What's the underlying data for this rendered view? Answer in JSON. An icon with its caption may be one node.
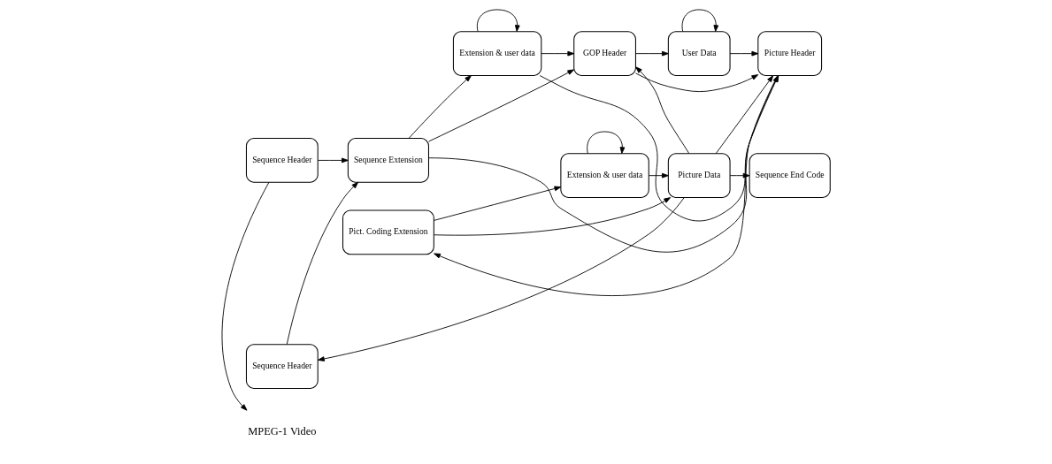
{
  "diagram": {
    "nodes": [
      {
        "text": [
          "Sequence Header"
        ]
      },
      {
        "text": [
          "MPEG-1 Video"
        ]
      },
      {
        "text": [
          "Sequence Extension"
        ]
      },
      {
        "text": [
          "Extension & user data"
        ]
      },
      {
        "text": [
          "GOP Header"
        ]
      },
      {
        "text": [
          "User Data"
        ]
      },
      {
        "text": [
          "Picture Header"
        ]
      },
      {
        "text": [
          "Sequence Header"
        ]
      },
      {
        "text": [
          "Pict. Coding Extension"
        ]
      },
      {
        "text": [
          "Extension & user data"
        ]
      },
      {
        "text": [
          "Picture Data"
        ]
      },
      {
        "text": [
          "Sequence End Code"
        ]
      }
    ],
    "edges": [
      {
        "from": 0,
        "to": 1,
        "arrow": "to"
      },
      {
        "from": 0,
        "to": 2,
        "arrow": "to"
      },
      {
        "from": 7,
        "to": 2,
        "arrow": "to"
      },
      {
        "from": 2,
        "to": 3,
        "arrow": "to"
      },
      {
        "from": 3,
        "to": 3,
        "arrow": "to"
      },
      {
        "from": 2,
        "to": 4,
        "arrow": "to"
      },
      {
        "from": 3,
        "to": 4,
        "arrow": "to"
      },
      {
        "from": 2,
        "to": 6,
        "arrow": "to"
      },
      {
        "from": 3,
        "to": 6,
        "arrow": "to"
      },
      {
        "from": 4,
        "to": 5,
        "arrow": "to"
      },
      {
        "from": 5,
        "to": 5,
        "arrow": "to"
      },
      {
        "from": 4,
        "to": 6,
        "arrow": "to"
      },
      {
        "from": 5,
        "to": 6,
        "arrow": "to"
      },
      {
        "from": 6,
        "to": 8,
        "arrow": "to"
      },
      {
        "from": 8,
        "to": 9,
        "arrow": "to"
      },
      {
        "from": 9,
        "to": 9,
        "arrow": "to"
      },
      {
        "from": 8,
        "to": 10,
        "arrow": "to"
      },
      {
        "from": 9,
        "to": 10,
        "arrow": "to"
      },
      {
        "from": 10,
        "to": 11,
        "arrow": "to"
      },
      {
        "from": 10,
        "to": 7,
        "arrow": "to"
      },
      {
        "from": 10,
        "to": 4,
        "arrow": "to"
      },
      {
        "from": 10,
        "to": 6,
        "arrow": "to"
      }
    ]
  }
}
